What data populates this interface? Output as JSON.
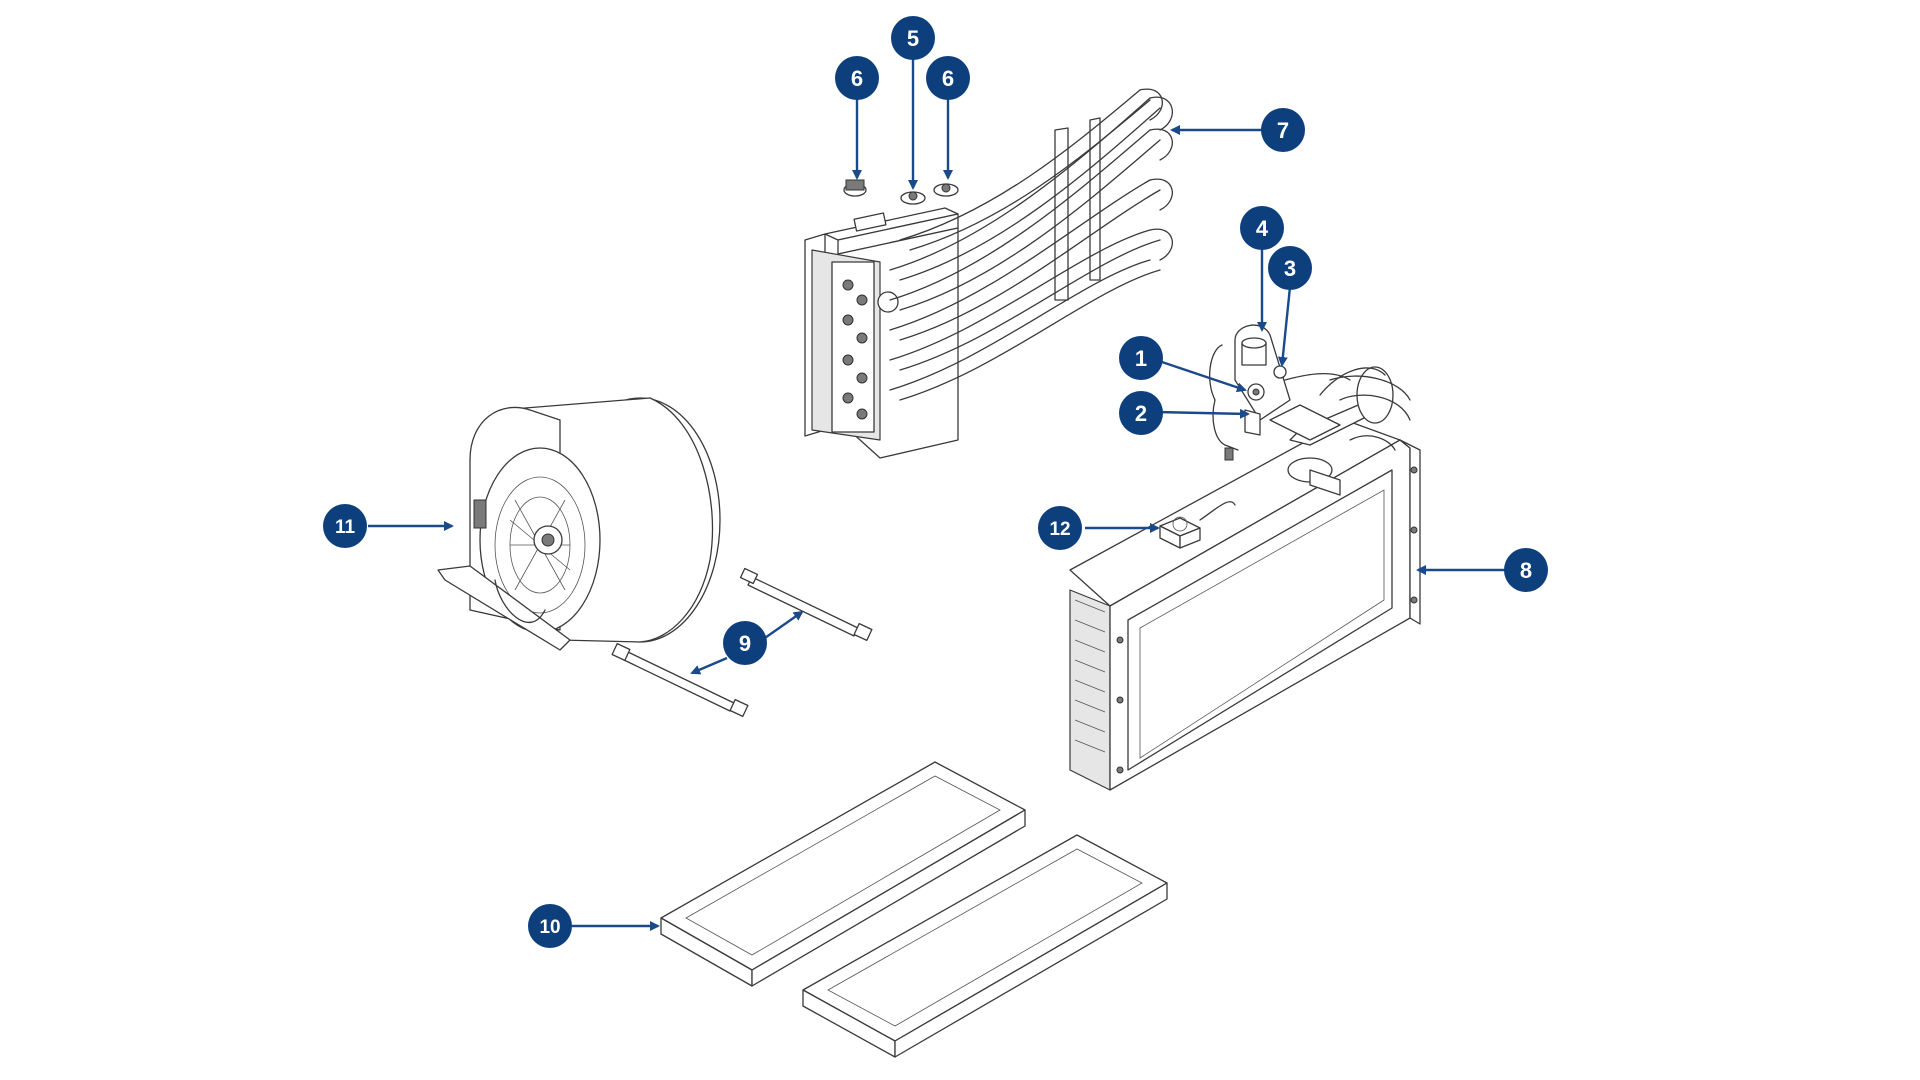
{
  "diagram": {
    "colors": {
      "badge_fill": "#0e3f7d",
      "badge_text": "#ffffff",
      "arrow": "#1b4a8a",
      "line_art": "#3a3a3a"
    },
    "callouts": [
      {
        "id": "c1",
        "label": "1",
        "part": "valve-assembly"
      },
      {
        "id": "c2",
        "label": "2",
        "part": "valve-assembly"
      },
      {
        "id": "c3",
        "label": "3",
        "part": "valve-assembly"
      },
      {
        "id": "c4",
        "label": "4",
        "part": "valve-assembly"
      },
      {
        "id": "c5",
        "label": "5",
        "part": "heater-control"
      },
      {
        "id": "c6a",
        "label": "6",
        "part": "heater-limit-switch"
      },
      {
        "id": "c6b",
        "label": "6",
        "part": "heater-limit-switch"
      },
      {
        "id": "c7",
        "label": "7",
        "part": "electric-heater"
      },
      {
        "id": "c8",
        "label": "8",
        "part": "coil-assembly"
      },
      {
        "id": "c9",
        "label": "9",
        "part": "hoses"
      },
      {
        "id": "c10",
        "label": "10",
        "part": "filters"
      },
      {
        "id": "c11",
        "label": "11",
        "part": "blower"
      },
      {
        "id": "c12",
        "label": "12",
        "part": "coil-sensor"
      }
    ]
  }
}
